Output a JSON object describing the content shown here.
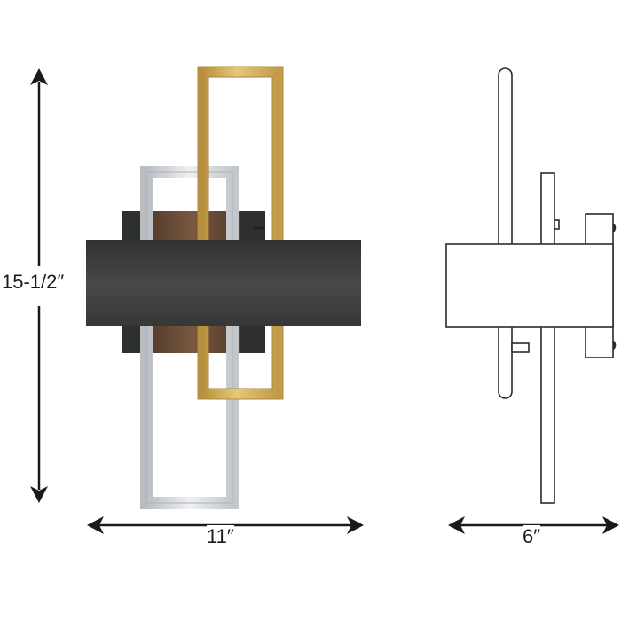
{
  "diagram": {
    "type": "product-dimension-drawing",
    "subject": "wall sconce",
    "dimensions": {
      "height": "15-1/2″",
      "width": "11″",
      "depth": "6″"
    },
    "views": [
      "front-photo",
      "side-line-drawing"
    ],
    "colors": {
      "shade": "#3d3f3e",
      "backplate": "#5a3e2e",
      "gold_frame": "#d4b25e",
      "silver_frame": "#cfd2d6",
      "line": "#2b2b2b",
      "arrow": "#1a1a1a"
    }
  }
}
